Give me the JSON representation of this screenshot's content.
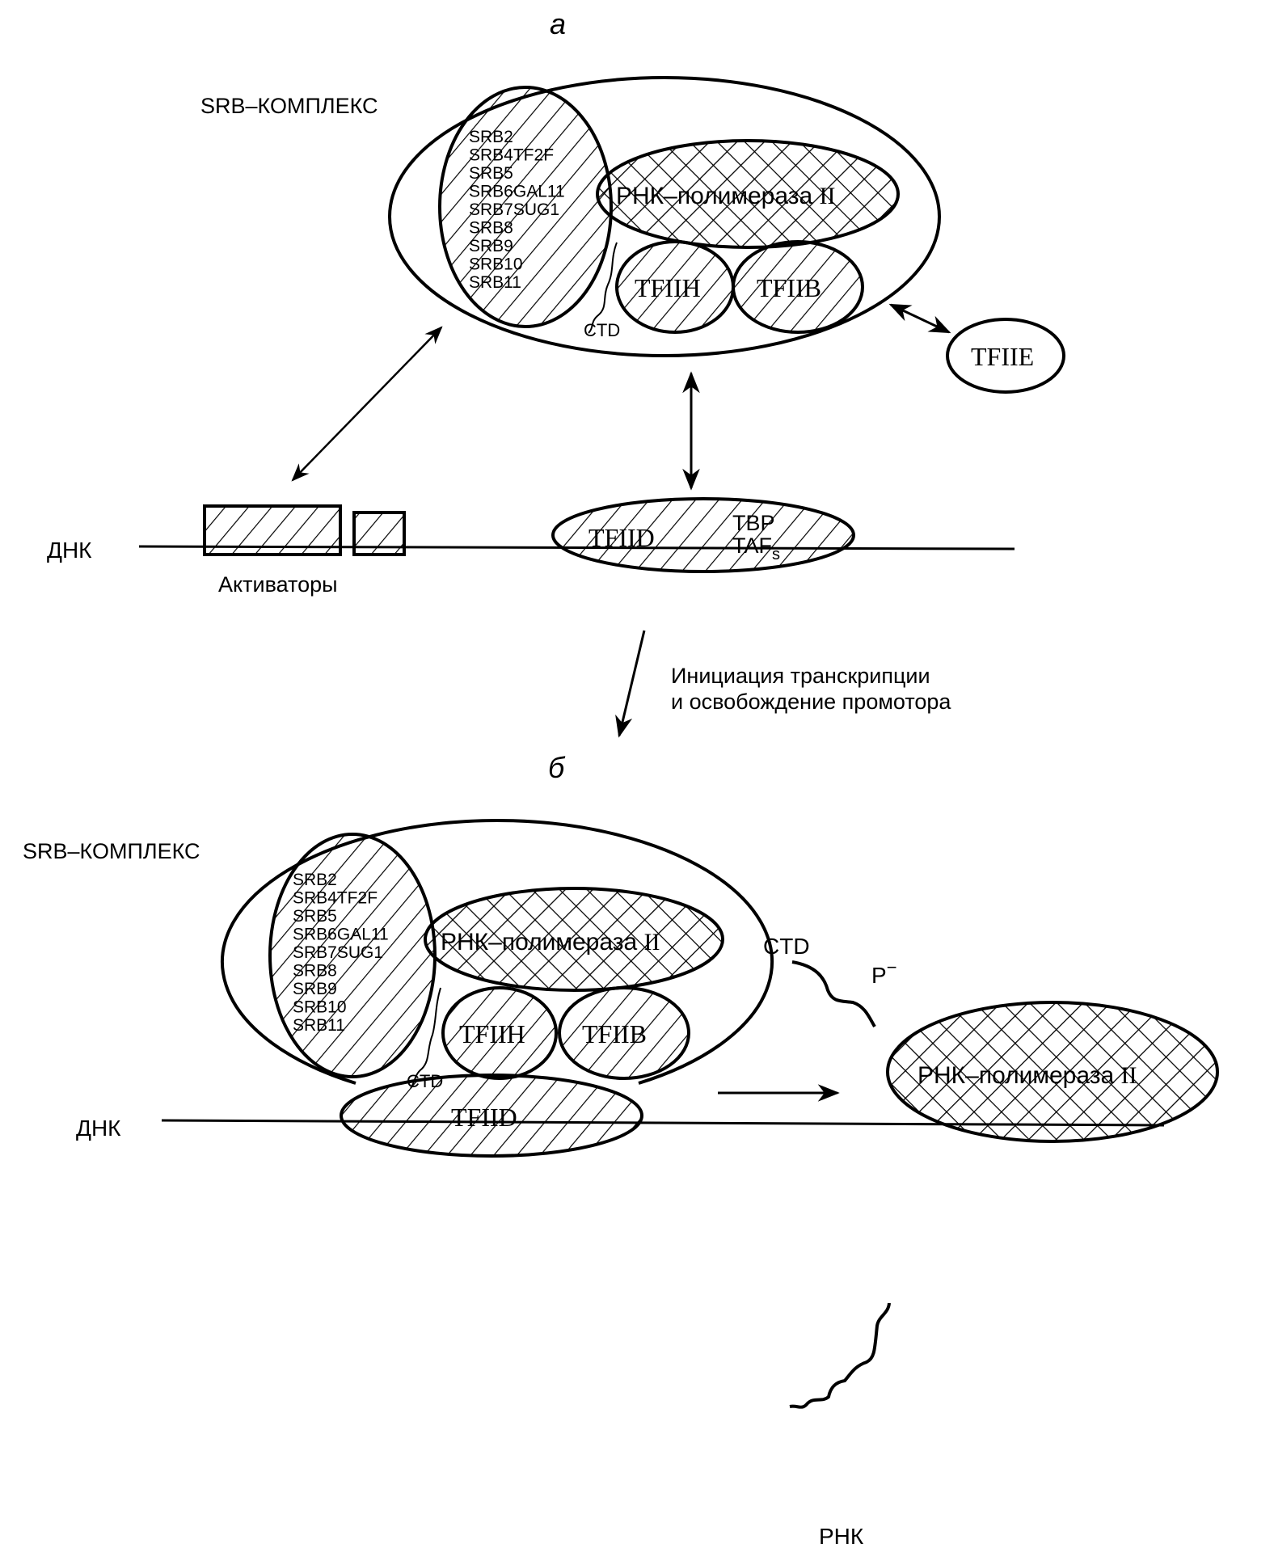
{
  "figure": {
    "panel_a": {
      "letter": "а",
      "complex_label": "SRB–КОМПЛЕКС",
      "srb_proteins": [
        "SRB2",
        "SRB4TF2F",
        "SRB5",
        "SRB6GAL11",
        "SRB7SUG1",
        "SRB8",
        "SRB9",
        "SRB10",
        "SRB11"
      ],
      "pol_label_a": "РНК–полимераза ",
      "pol_label_b": "II",
      "tfiih": "TFIIH",
      "tfiib": "TFIIB",
      "ctd": "CTD",
      "tfiie": "TFIIE",
      "dna": "ДНК",
      "activators": "Активаторы",
      "tfiid": "TFIID",
      "tbp": "TBP",
      "tafs_main": "TAF",
      "tafs_sub": "s"
    },
    "transition": {
      "line1": "Инициация транскрипции",
      "line2": "и освобождение промотора"
    },
    "panel_b": {
      "letter": "б",
      "complex_label": "SRB–КОМПЛЕКС",
      "srb_proteins": [
        "SRB2",
        "SRB4TF2F",
        "SRB5",
        "SRB6GAL11",
        "SRB7SUG1",
        "SRB8",
        "SRB9",
        "SRB10",
        "SRB11"
      ],
      "pol_label_a": "РНК–полимераза ",
      "pol_label_b": "II",
      "tfiih": "TFIIH",
      "tfiib": "TFIIB",
      "ctd": "CTD",
      "tfiid": "TFIID",
      "dna": "ДНК",
      "free_ctd": "CTD",
      "phospho": "P",
      "phospho_sup": "−",
      "free_pol_a": "РНК–полимераза ",
      "free_pol_b": "II",
      "rna": "РНК"
    },
    "colors": {
      "ink": "#000000",
      "paper": "#ffffff"
    }
  }
}
